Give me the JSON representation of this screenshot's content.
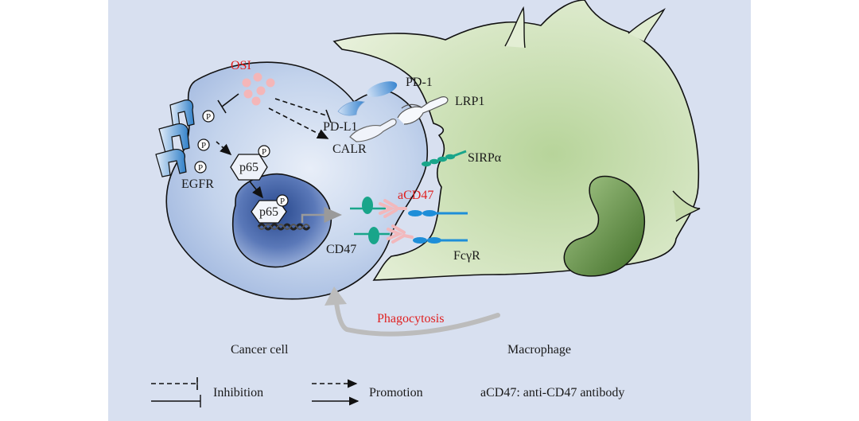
{
  "labels": {
    "osi": "OSI",
    "pd1": "PD-1",
    "lrp1": "LRP1",
    "pdl1": "PD-L1",
    "calr": "CALR",
    "sirpa": "SIRPα",
    "egfr": "EGFR",
    "p65_cyto": "p65",
    "p65_nuc": "p65",
    "acd47": "aCD47",
    "cd47": "CD47",
    "fcgr": "FcγR",
    "phagocytosis": "Phagocytosis",
    "cancer_cell": "Cancer cell",
    "macrophage": "Macrophage",
    "phospho": "P"
  },
  "legend": {
    "inhibition": "Inhibition",
    "promotion": "Promotion",
    "abbrev": "aCD47: anti-CD47 antibody"
  },
  "colors": {
    "panel": "#d8e0f0",
    "cancer_cell": "#b9cbe8",
    "nucleus": "#1f3b78",
    "macrophage": "#cfe3b6",
    "macrophage_nucleus": "#4d7a30",
    "highlight": "#e02020",
    "osi_dots": "#f4b6b8",
    "cd47": "#19a58a",
    "fcgr": "#1e8ed8",
    "antibody": "#f2b8bc",
    "arrow_grey": "#b8b8b8"
  }
}
